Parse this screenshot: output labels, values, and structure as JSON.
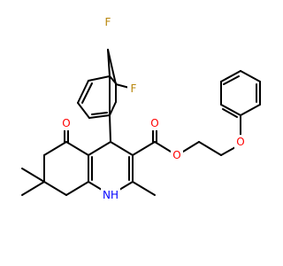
{
  "molecule": {
    "atoms": {
      "F_top": {
        "symbol": "F",
        "color": "#b8860b"
      },
      "F_right": {
        "symbol": "F",
        "color": "#b8860b"
      },
      "O_ketone": {
        "symbol": "O",
        "color": "#ff0000"
      },
      "O_carbonyl": {
        "symbol": "O",
        "color": "#ff0000"
      },
      "O_ester": {
        "symbol": "O",
        "color": "#ff0000"
      },
      "O_ether": {
        "symbol": "O",
        "color": "#ff0000"
      },
      "NH": {
        "symbol": "NH",
        "color": "#0000ff"
      }
    }
  }
}
